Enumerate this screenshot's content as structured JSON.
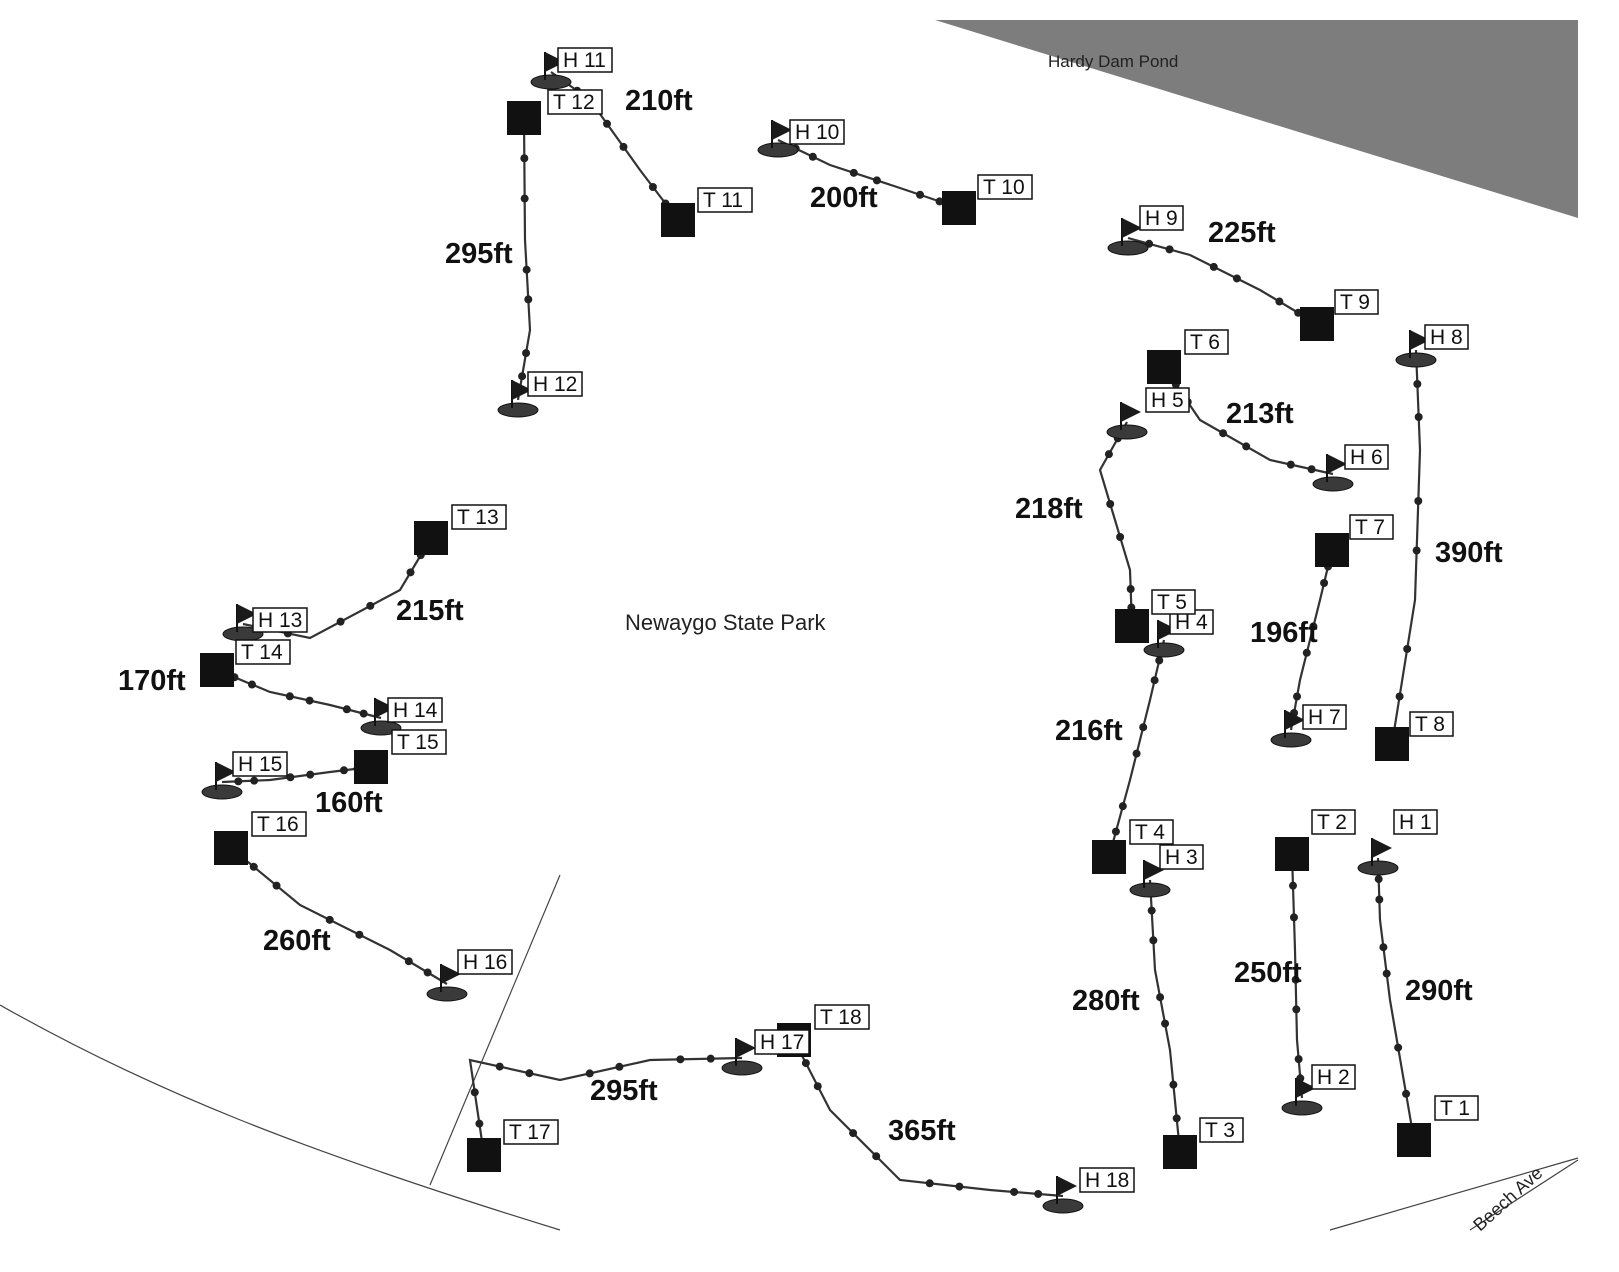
{
  "map": {
    "park_label": "Newaygo State Park",
    "pond_label": "Hardy Dam Pond",
    "road_label": "Beech Ave",
    "colors": {
      "pond": "#7a7a7a",
      "ink": "#111111"
    }
  },
  "holes": [
    {
      "tee": "T 1",
      "hole": "H 1",
      "distance": "290ft"
    },
    {
      "tee": "T 2",
      "hole": "H 2",
      "distance": "250ft"
    },
    {
      "tee": "T 3",
      "hole": "H 3",
      "distance": "280ft"
    },
    {
      "tee": "T 4",
      "hole": "H 4",
      "distance": "216ft"
    },
    {
      "tee": "T 5",
      "hole": "H 5",
      "distance": "218ft"
    },
    {
      "tee": "T 6",
      "hole": "H 6",
      "distance": "213ft"
    },
    {
      "tee": "T 7",
      "hole": "H 7",
      "distance": "196ft"
    },
    {
      "tee": "T 8",
      "hole": "H 8",
      "distance": "390ft"
    },
    {
      "tee": "T 9",
      "hole": "H 9",
      "distance": "225ft"
    },
    {
      "tee": "T 10",
      "hole": "H 10",
      "distance": "200ft"
    },
    {
      "tee": "T 11",
      "hole": "H 11",
      "distance": "210ft"
    },
    {
      "tee": "T 12",
      "hole": "H 12",
      "distance": "295ft"
    },
    {
      "tee": "T 13",
      "hole": "H 13",
      "distance": "215ft"
    },
    {
      "tee": "T 14",
      "hole": "H 14",
      "distance": "170ft"
    },
    {
      "tee": "T 15",
      "hole": "H 15",
      "distance": "160ft"
    },
    {
      "tee": "T 16",
      "hole": "H 16",
      "distance": "260ft"
    },
    {
      "tee": "T 17",
      "hole": "H 17",
      "distance": "295ft"
    },
    {
      "tee": "T 18",
      "hole": "H 18",
      "distance": "365ft"
    }
  ]
}
